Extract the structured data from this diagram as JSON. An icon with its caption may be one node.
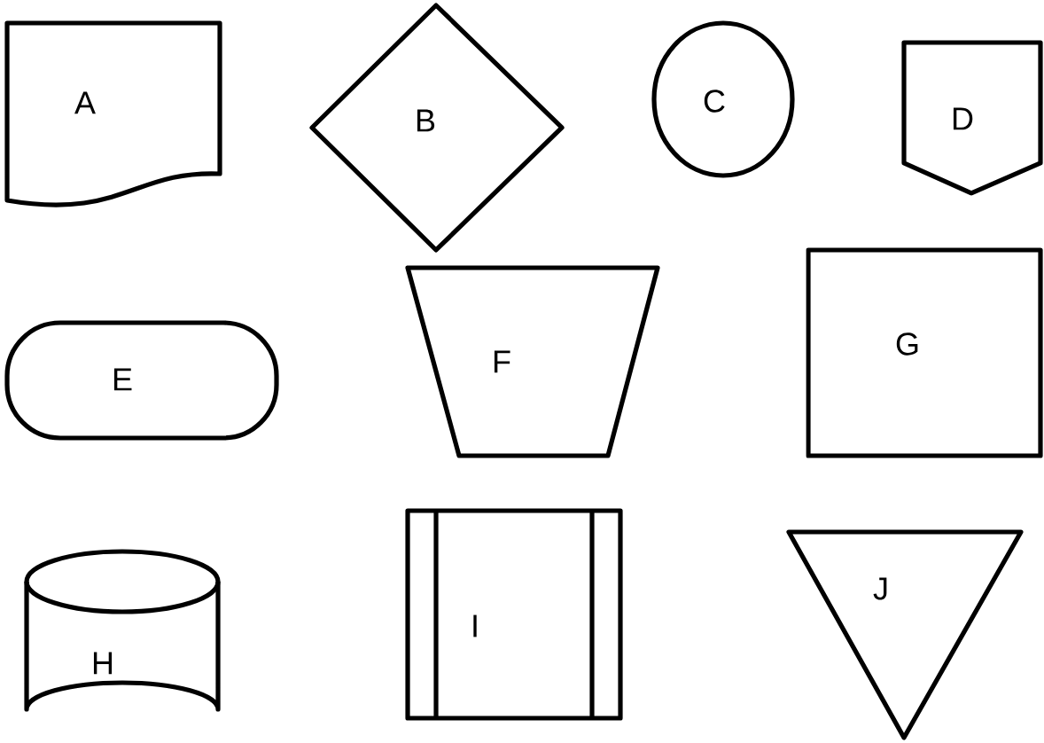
{
  "diagram": {
    "nodes": [
      {
        "text": [
          "A"
        ]
      },
      {
        "text": [
          "B"
        ]
      },
      {
        "text": [
          "C"
        ]
      },
      {
        "text": [
          "D"
        ]
      },
      {
        "text": [
          "E"
        ]
      },
      {
        "text": [
          "F"
        ]
      },
      {
        "text": [
          "G"
        ]
      },
      {
        "text": [
          "H"
        ]
      },
      {
        "text": [
          "I"
        ]
      },
      {
        "text": [
          "J"
        ]
      }
    ]
  }
}
